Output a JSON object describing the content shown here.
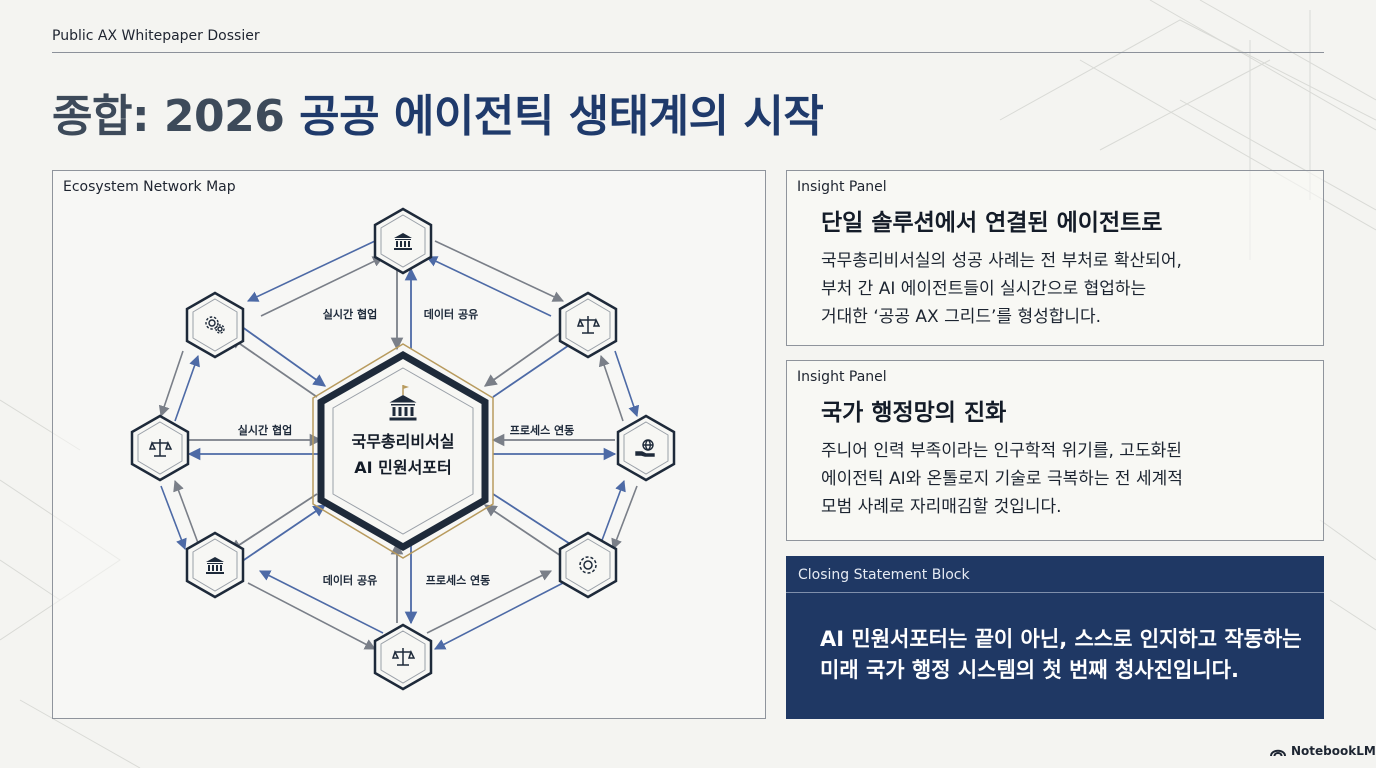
{
  "header": {
    "label": "Public AX Whitepaper Dossier",
    "title_part1": "종합: 2026 ",
    "title_part2": "공공 에이전틱 생태계의 시작"
  },
  "map": {
    "label": "Ecosystem Network Map",
    "center": {
      "line1": "국무총리비서실",
      "line2": "AI 민원서포터",
      "icon": "government-building-icon"
    },
    "nodes": [
      {
        "id": "top",
        "icon": "government-building-icon"
      },
      {
        "id": "upper-left",
        "icon": "gears-icon"
      },
      {
        "id": "upper-right",
        "icon": "scales-icon"
      },
      {
        "id": "left",
        "icon": "scales-icon"
      },
      {
        "id": "right",
        "icon": "globe-hand-icon"
      },
      {
        "id": "lower-left",
        "icon": "government-building-icon"
      },
      {
        "id": "lower-right",
        "icon": "gear-icon"
      },
      {
        "id": "bottom",
        "icon": "scales-icon"
      }
    ],
    "link_labels": {
      "top_left": "실시간 협업",
      "top_right": "데이터 공유",
      "left": "실시간 협업",
      "right": "프로세스 연동",
      "bottom_left": "데이터 공유",
      "bottom_right": "프로세스 연동"
    }
  },
  "insights": [
    {
      "label": "Insight Panel",
      "title": "단일 솔루션에서 연결된 에이전트로",
      "lines": [
        "국무총리비서실의 성공 사례는 전 부처로 확산되어,",
        "부처 간 AI 에이전트들이 실시간으로 협업하는",
        "거대한 ‘공공 AX 그리드’를 형성합니다."
      ]
    },
    {
      "label": "Insight Panel",
      "title": "국가 행정망의 진화",
      "lines": [
        "주니어 인력 부족이라는 인구학적 위기를, 고도화된",
        "에이전틱 AI와 온톨로지 기술로 극복하는 전 세계적",
        "모범 사례로 자리매김할 것입니다."
      ]
    }
  ],
  "closing": {
    "label": "Closing Statement Block",
    "lines": [
      "AI 민원서포터는 끝이 아닌, 스스로 인지하고 작동하는",
      "미래 국가 행정 시스템의 첫 번째 청사진입니다."
    ]
  },
  "brand": {
    "name": "NotebookLM",
    "icon": "notebooklm-logo-icon"
  },
  "colors": {
    "navy": "#1f3864",
    "hex_border": "#1e2a3a",
    "gold": "#b89b5e",
    "arrow_blue": "#4d6aa6",
    "arrow_gray": "#7a7f88",
    "background": "#f4f4f1"
  }
}
